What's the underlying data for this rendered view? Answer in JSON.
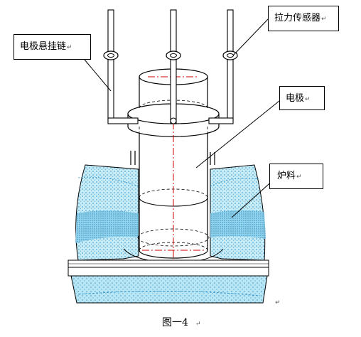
{
  "labels": {
    "suspension_chain": "电极悬挂链",
    "tension_sensor": "拉力传感器",
    "electrode": "电极",
    "furnace_charge": "炉料"
  },
  "caption": {
    "prefix": "图",
    "dash": "一",
    "number": "4"
  },
  "return_mark": "↵",
  "colors": {
    "line": "#000000",
    "axis": "#cc0000",
    "charge_fill": "#c8ecf6",
    "charge_stipple": "#2a90c8",
    "furnace_floor": "#b8e6f4"
  }
}
